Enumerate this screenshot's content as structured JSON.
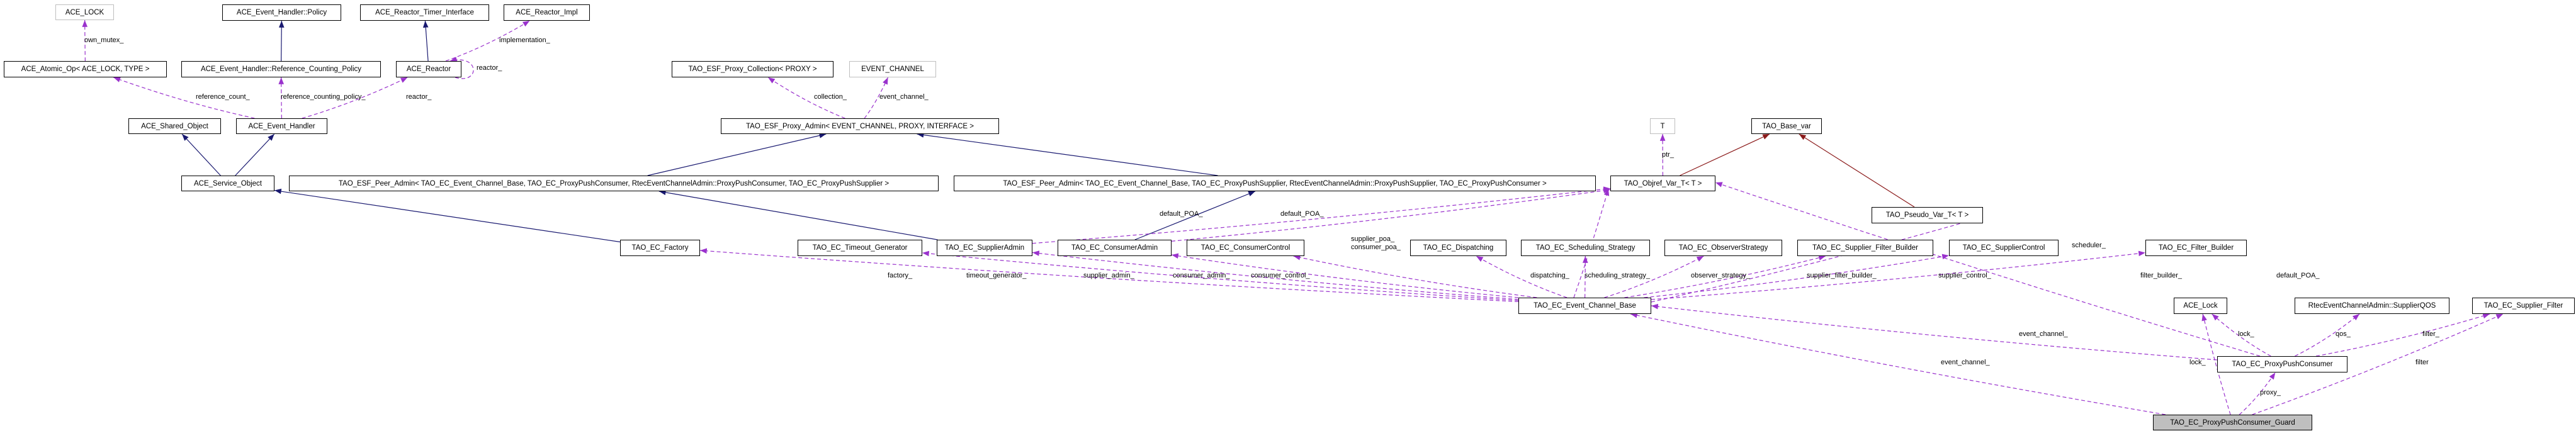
{
  "diagram": {
    "title": "TAO_EC_ProxyPushConsumer_Guard",
    "colors": {
      "inheritance": "#191970",
      "template": "#8b1a1a",
      "usage": "#9a32cd",
      "focus_fill": "#bfbfbf",
      "undocumented_border": "#bfbfbf"
    },
    "nodes": [
      {
        "id": "ace_lock_tpl",
        "label": "ACE_LOCK",
        "style": "gray"
      },
      {
        "id": "eh_policy",
        "label": "ACE_Event_Handler::Policy",
        "style": "normal"
      },
      {
        "id": "reactor_timer",
        "label": "ACE_Reactor_Timer_Interface",
        "style": "normal"
      },
      {
        "id": "reactor_impl",
        "label": "ACE_Reactor_Impl",
        "style": "normal"
      },
      {
        "id": "atomic_op",
        "label": "ACE_Atomic_Op< ACE_LOCK, TYPE >",
        "style": "normal"
      },
      {
        "id": "rc_policy",
        "label": "ACE_Event_Handler::Reference_Counting_Policy",
        "style": "normal"
      },
      {
        "id": "reactor",
        "label": "ACE_Reactor",
        "style": "normal"
      },
      {
        "id": "shared_object",
        "label": "ACE_Shared_Object",
        "style": "normal"
      },
      {
        "id": "event_handler",
        "label": "ACE_Event_Handler",
        "style": "normal"
      },
      {
        "id": "service_object",
        "label": "ACE_Service_Object",
        "style": "normal"
      },
      {
        "id": "proxy_collection",
        "label": "TAO_ESF_Proxy_Collection< PROXY >",
        "style": "normal"
      },
      {
        "id": "event_channel_tpl",
        "label": "EVENT_CHANNEL",
        "style": "gray"
      },
      {
        "id": "proxy_admin",
        "label": "TAO_ESF_Proxy_Admin< EVENT_CHANNEL, PROXY, INTERFACE >",
        "style": "normal"
      },
      {
        "id": "peer_admin_c",
        "label": "TAO_ESF_Peer_Admin< TAO_EC_Event_Channel_Base, TAO_EC_ProxyPushConsumer, RtecEventChannelAdmin::ProxyPushConsumer, TAO_EC_ProxyPushSupplier >",
        "style": "normal"
      },
      {
        "id": "peer_admin_s",
        "label": "TAO_ESF_Peer_Admin< TAO_EC_Event_Channel_Base, TAO_EC_ProxyPushSupplier, RtecEventChannelAdmin::ProxyPushSupplier, TAO_EC_ProxyPushConsumer >",
        "style": "normal"
      },
      {
        "id": "t_tpl",
        "label": "T",
        "style": "gray"
      },
      {
        "id": "base_var",
        "label": "TAO_Base_var",
        "style": "normal"
      },
      {
        "id": "objref_var",
        "label": "TAO_Objref_Var_T< T >",
        "style": "normal"
      },
      {
        "id": "pseudo_var",
        "label": "TAO_Pseudo_Var_T< T >",
        "style": "normal"
      },
      {
        "id": "factory",
        "label": "TAO_EC_Factory",
        "style": "normal"
      },
      {
        "id": "timeout_gen",
        "label": "TAO_EC_Timeout_Generator",
        "style": "normal"
      },
      {
        "id": "supplier_admin",
        "label": "TAO_EC_SupplierAdmin",
        "style": "normal"
      },
      {
        "id": "consumer_admin",
        "label": "TAO_EC_ConsumerAdmin",
        "style": "normal"
      },
      {
        "id": "consumer_control",
        "label": "TAO_EC_ConsumerControl",
        "style": "normal"
      },
      {
        "id": "dispatching",
        "label": "TAO_EC_Dispatching",
        "style": "normal"
      },
      {
        "id": "scheduling",
        "label": "TAO_EC_Scheduling_Strategy",
        "style": "normal"
      },
      {
        "id": "observer",
        "label": "TAO_EC_ObserverStrategy",
        "style": "normal"
      },
      {
        "id": "sfb",
        "label": "TAO_EC_Supplier_Filter_Builder",
        "style": "normal"
      },
      {
        "id": "supplier_control",
        "label": "TAO_EC_SupplierControl",
        "style": "normal"
      },
      {
        "id": "filter_builder",
        "label": "TAO_EC_Filter_Builder",
        "style": "normal"
      },
      {
        "id": "ecb",
        "label": "TAO_EC_Event_Channel_Base",
        "style": "normal"
      },
      {
        "id": "ace_lock",
        "label": "ACE_Lock",
        "style": "normal"
      },
      {
        "id": "qos",
        "label": "RtecEventChannelAdmin::SupplierQOS",
        "style": "normal"
      },
      {
        "id": "supplier_filter",
        "label": "TAO_EC_Supplier_Filter",
        "style": "normal"
      },
      {
        "id": "ppc",
        "label": "TAO_EC_ProxyPushConsumer",
        "style": "normal"
      },
      {
        "id": "guard",
        "label": "TAO_EC_ProxyPushConsumer_Guard",
        "style": "focus"
      }
    ],
    "edges": [
      {
        "from": "rc_policy",
        "to": "eh_policy",
        "kind": "inheritance",
        "label": ""
      },
      {
        "from": "reactor",
        "to": "reactor_timer",
        "kind": "inheritance",
        "label": ""
      },
      {
        "from": "service_object",
        "to": "shared_object",
        "kind": "inheritance",
        "label": ""
      },
      {
        "from": "service_object",
        "to": "event_handler",
        "kind": "inheritance",
        "label": ""
      },
      {
        "from": "factory",
        "to": "service_object",
        "kind": "inheritance",
        "label": ""
      },
      {
        "from": "peer_admin_c",
        "to": "proxy_admin",
        "kind": "inheritance",
        "label": ""
      },
      {
        "from": "peer_admin_s",
        "to": "proxy_admin",
        "kind": "inheritance",
        "label": ""
      },
      {
        "from": "supplier_admin",
        "to": "peer_admin_c",
        "kind": "inheritance",
        "label": ""
      },
      {
        "from": "consumer_admin",
        "to": "peer_admin_s",
        "kind": "inheritance",
        "label": ""
      },
      {
        "from": "objref_var",
        "to": "base_var",
        "kind": "template",
        "label": ""
      },
      {
        "from": "pseudo_var",
        "to": "base_var",
        "kind": "template",
        "label": ""
      },
      {
        "from": "atomic_op",
        "to": "ace_lock_tpl",
        "kind": "usage",
        "label": "own_mutex_"
      },
      {
        "from": "event_handler",
        "to": "atomic_op",
        "kind": "usage",
        "label": "reference_count_"
      },
      {
        "from": "event_handler",
        "to": "rc_policy",
        "kind": "usage",
        "label": "reference_counting_policy_"
      },
      {
        "from": "event_handler",
        "to": "reactor",
        "kind": "usage",
        "label": "reactor_"
      },
      {
        "from": "reactor",
        "to": "reactor_impl",
        "kind": "usage",
        "label": "implementation_"
      },
      {
        "from": "reactor",
        "to": "reactor",
        "kind": "usage",
        "label": "reactor_"
      },
      {
        "from": "proxy_admin",
        "to": "proxy_collection",
        "kind": "usage",
        "label": "collection_"
      },
      {
        "from": "proxy_admin",
        "to": "event_channel_tpl",
        "kind": "usage",
        "label": "event_channel_"
      },
      {
        "from": "objref_var",
        "to": "t_tpl",
        "kind": "usage",
        "label": "ptr_"
      },
      {
        "from": "supplier_admin",
        "to": "objref_var",
        "kind": "usage",
        "label": "default_POA_"
      },
      {
        "from": "consumer_admin",
        "to": "objref_var",
        "kind": "usage",
        "label": "default_POA_"
      },
      {
        "from": "ecb",
        "to": "objref_var",
        "kind": "usage",
        "label": "supplier_poa_\nconsumer_poa_"
      },
      {
        "from": "ppc",
        "to": "objref_var",
        "kind": "usage",
        "label": "default_POA_"
      },
      {
        "from": "ecb",
        "to": "factory",
        "kind": "usage",
        "label": "factory_"
      },
      {
        "from": "ecb",
        "to": "timeout_gen",
        "kind": "usage",
        "label": "timeout_generator_"
      },
      {
        "from": "ecb",
        "to": "supplier_admin",
        "kind": "usage",
        "label": "supplier_admin_"
      },
      {
        "from": "ecb",
        "to": "consumer_admin",
        "kind": "usage",
        "label": "consumer_admin_"
      },
      {
        "from": "ecb",
        "to": "consumer_control",
        "kind": "usage",
        "label": "consumer_control_"
      },
      {
        "from": "ecb",
        "to": "dispatching",
        "kind": "usage",
        "label": "dispatching_"
      },
      {
        "from": "ecb",
        "to": "scheduling",
        "kind": "usage",
        "label": "scheduling_strategy_"
      },
      {
        "from": "ecb",
        "to": "observer",
        "kind": "usage",
        "label": "observer_strategy_"
      },
      {
        "from": "ecb",
        "to": "sfb",
        "kind": "usage",
        "label": "supplier_filter_builder_"
      },
      {
        "from": "ecb",
        "to": "supplier_control",
        "kind": "usage",
        "label": "supplier_control_"
      },
      {
        "from": "ecb",
        "to": "filter_builder",
        "kind": "usage",
        "label": "filter_builder_"
      },
      {
        "from": "ecb",
        "to": "pseudo_var",
        "kind": "usage",
        "label": "scheduler_"
      },
      {
        "from": "ppc",
        "to": "ecb",
        "kind": "usage",
        "label": "event_channel_"
      },
      {
        "from": "guard",
        "to": "ecb",
        "kind": "usage",
        "label": "event_channel_"
      },
      {
        "from": "ppc",
        "to": "ace_lock",
        "kind": "usage",
        "label": "lock_"
      },
      {
        "from": "guard",
        "to": "ace_lock",
        "kind": "usage",
        "label": "lock_"
      },
      {
        "from": "ppc",
        "to": "qos",
        "kind": "usage",
        "label": "qos_"
      },
      {
        "from": "ppc",
        "to": "supplier_filter",
        "kind": "usage",
        "label": "filter_"
      },
      {
        "from": "guard",
        "to": "supplier_filter",
        "kind": "usage",
        "label": "filter"
      },
      {
        "from": "guard",
        "to": "ppc",
        "kind": "usage",
        "label": "proxy_"
      }
    ]
  }
}
